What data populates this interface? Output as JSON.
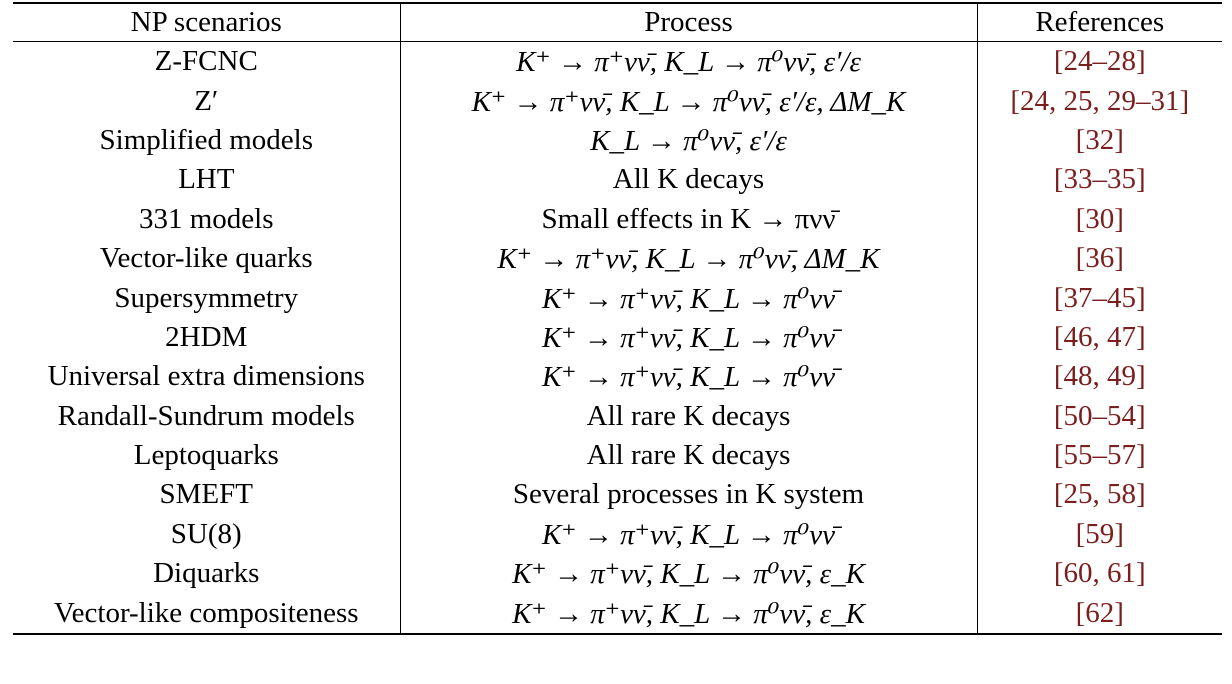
{
  "table": {
    "headers": {
      "scenario": "NP scenarios",
      "process": "Process",
      "references": "References"
    },
    "rows": [
      {
        "scenario": "Z-FCNC",
        "process": "K⁺ → π⁺νν̄, K_L → π⁰νν̄, ε′/ε",
        "refs": "[24–28]"
      },
      {
        "scenario": "Z′",
        "process": "K⁺ → π⁺νν̄, K_L → π⁰νν̄, ε′/ε, ΔM_K",
        "refs": "[24, 25, 29–31]"
      },
      {
        "scenario": "Simplified models",
        "process": "K_L → π⁰νν̄, ε′/ε",
        "refs": "[32]"
      },
      {
        "scenario": "LHT",
        "process": "All K decays",
        "refs": "[33–35]"
      },
      {
        "scenario": "331 models",
        "process": "Small effects in K → πνν̄",
        "refs": "[30]"
      },
      {
        "scenario": "Vector-like quarks",
        "process": "K⁺ → π⁺νν̄, K_L → π⁰νν̄, ΔM_K",
        "refs": "[36]"
      },
      {
        "scenario": "Supersymmetry",
        "process": "K⁺ → π⁺νν̄, K_L → π⁰νν̄",
        "refs": "[37–45]"
      },
      {
        "scenario": "2HDM",
        "process": "K⁺ → π⁺νν̄, K_L → π⁰νν̄",
        "refs": "[46, 47]"
      },
      {
        "scenario": "Universal extra dimensions",
        "process": "K⁺ → π⁺νν̄, K_L → π⁰νν̄",
        "refs": "[48, 49]"
      },
      {
        "scenario": "Randall-Sundrum models",
        "process": "All rare K decays",
        "refs": "[50–54]"
      },
      {
        "scenario": "Leptoquarks",
        "process": "All rare K decays",
        "refs": "[55–57]"
      },
      {
        "scenario": "SMEFT",
        "process": "Several processes in K system",
        "refs": "[25, 58]"
      },
      {
        "scenario": "SU(8)",
        "process": "K⁺ → π⁺νν̄, K_L → π⁰νν̄",
        "refs": "[59]"
      },
      {
        "scenario": "Diquarks",
        "process": "K⁺ → π⁺νν̄, K_L → π⁰νν̄, ε_K",
        "refs": "[60, 61]"
      },
      {
        "scenario": "Vector-like compositeness",
        "process": "K⁺ → π⁺νν̄, K_L → π⁰νν̄, ε_K",
        "refs": "[62]"
      }
    ]
  }
}
